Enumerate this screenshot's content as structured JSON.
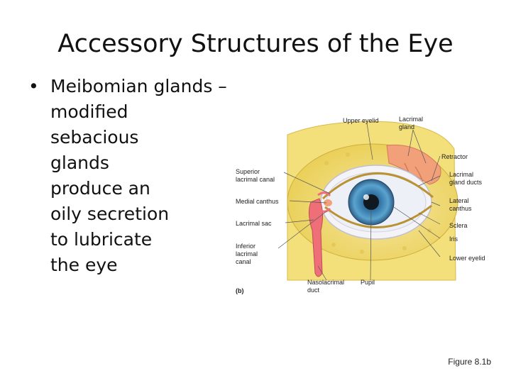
{
  "slide": {
    "title": "Accessory Structures of the Eye",
    "bullet_symbol": "•",
    "bullet_lines": [
      "Meibomian glands –",
      "modified",
      "sebacious",
      "glands",
      "produce an",
      "oily secretion",
      "to lubricate",
      "the eye"
    ],
    "figure_caption": "Figure 8.1b"
  },
  "diagram": {
    "panel_label": "(b)",
    "labels": {
      "upper_eyelid": "Upper eyelid",
      "lacrimal_gland_1": "Lacrimal",
      "lacrimal_gland_2": "gland",
      "retractor": "Retractor",
      "superior_canal_1": "Superior",
      "superior_canal_2": "lacrimal canal",
      "lacrimal_ducts_1": "Lacrimal",
      "lacrimal_ducts_2": "gland ducts",
      "medial_canthus": "Medial canthus",
      "lateral_canthus_1": "Lateral",
      "lateral_canthus_2": "canthus",
      "lacrimal_sac": "Lacrimal sac",
      "sclera": "Sclera",
      "inferior_canal_1": "Inferior",
      "inferior_canal_2": "lacrimal",
      "inferior_canal_3": "canal",
      "iris": "Iris",
      "lower_eyelid": "Lower eyelid",
      "nasolacrimal_1": "Nasolacrimal",
      "nasolacrimal_2": "duct",
      "pupil": "Pupil"
    },
    "colors": {
      "bone": "#f3e07a",
      "skin_fat": "#eed25a",
      "gland": "#f2a07a",
      "duct": "#ee6f78",
      "sclera": "#f3f3f8",
      "iris": "#4d93c2",
      "pupil": "#101820"
    }
  }
}
